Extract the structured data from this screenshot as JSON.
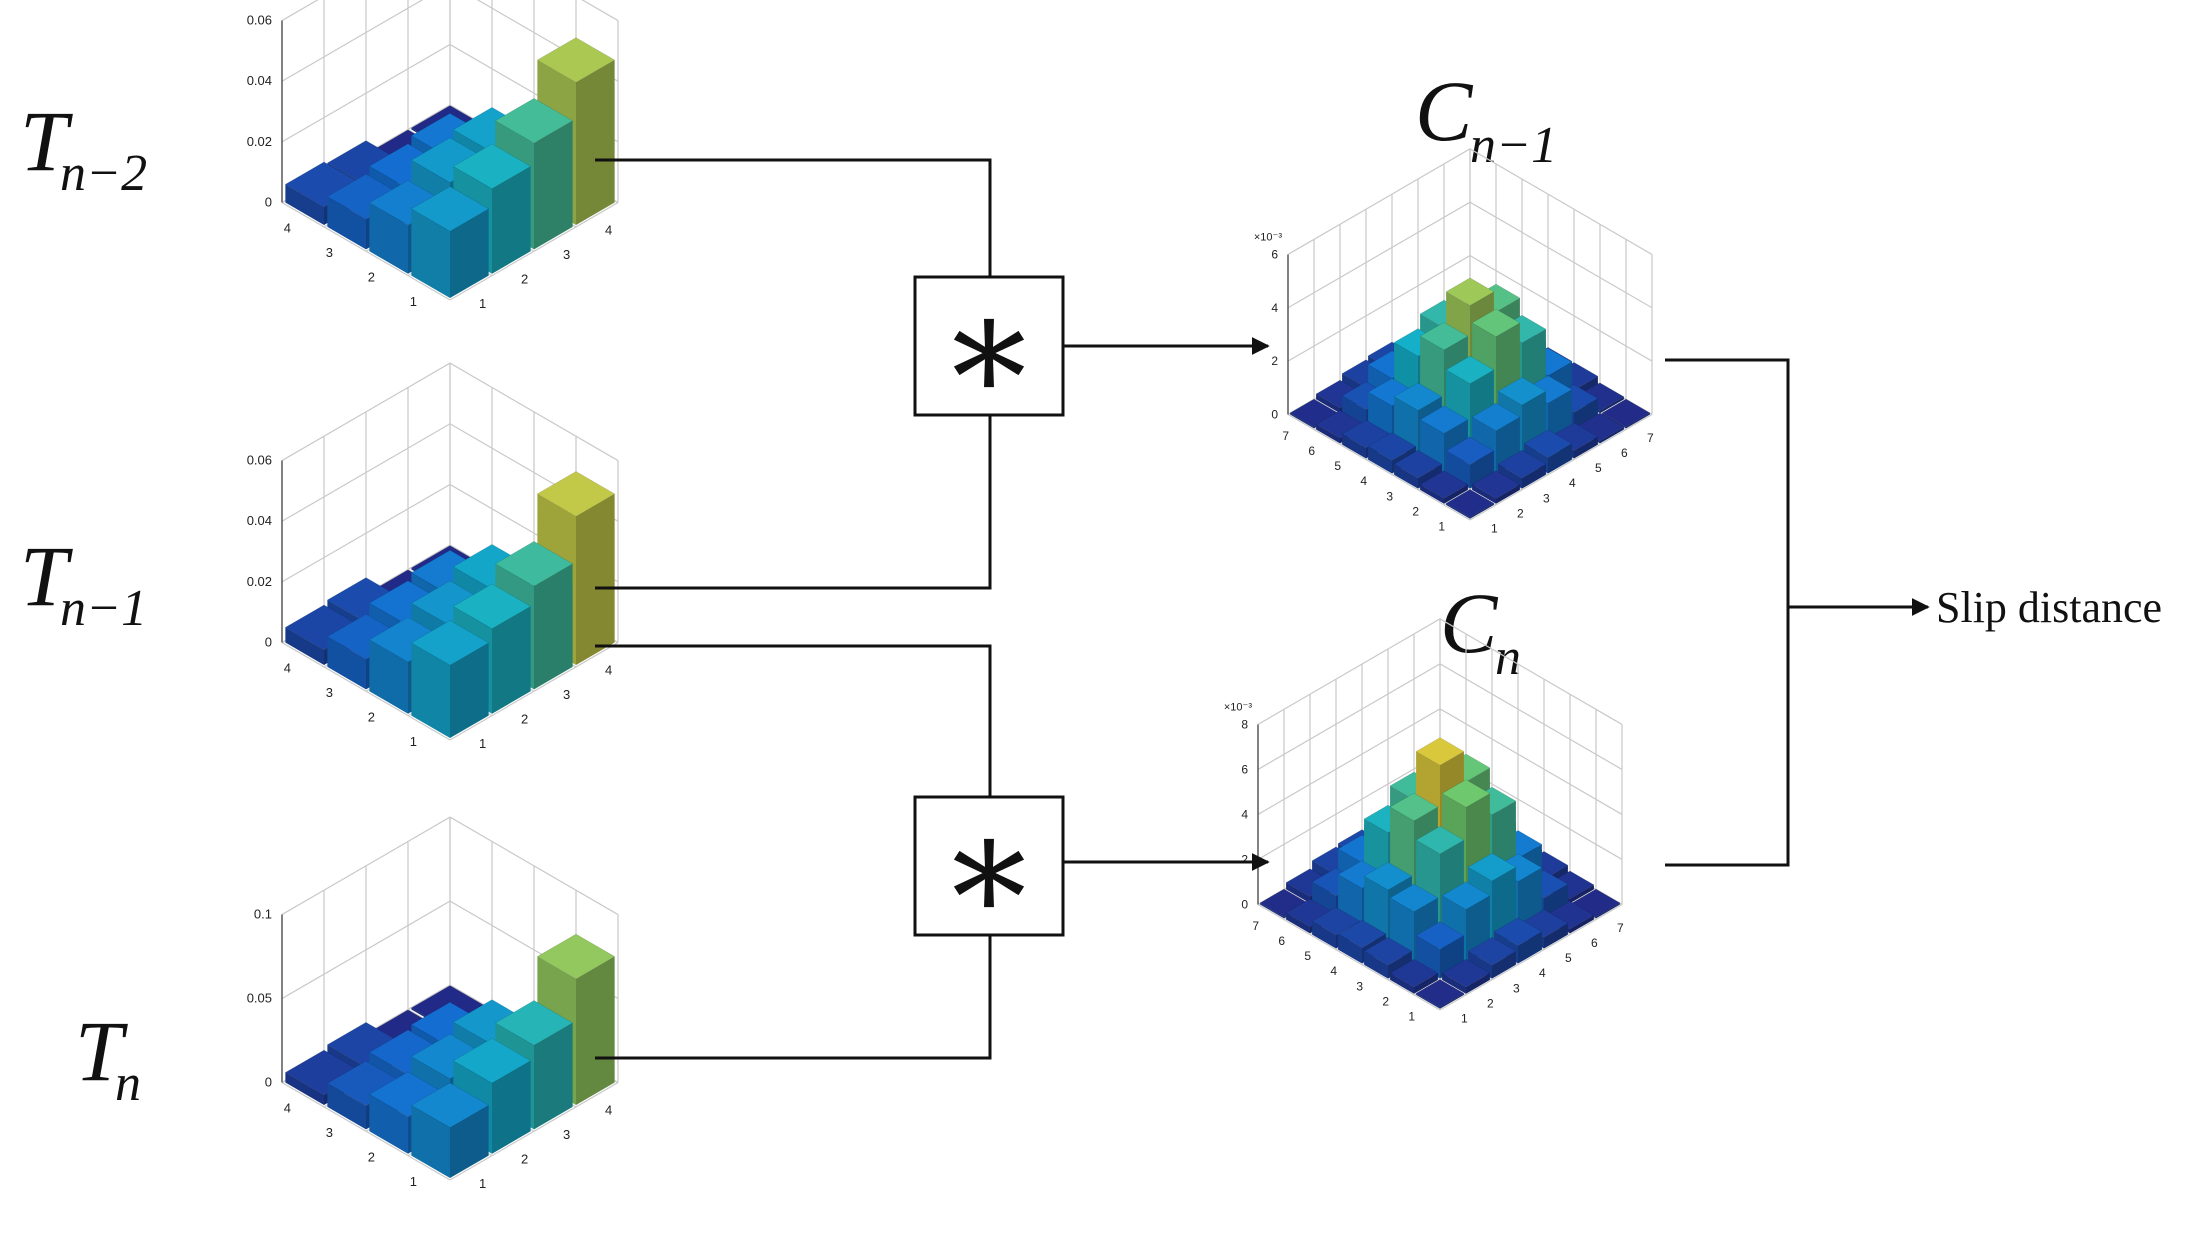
{
  "diagram": {
    "inputs": [
      {
        "symbol": "T",
        "subscript": "n−2"
      },
      {
        "symbol": "T",
        "subscript": "n−1"
      },
      {
        "symbol": "T",
        "subscript": "n"
      }
    ],
    "outputs": [
      {
        "symbol": "C",
        "subscript": "n−1"
      },
      {
        "symbol": "C",
        "subscript": "n"
      }
    ],
    "operator_symbol": "∗",
    "result_label": "Slip distance",
    "colors": {
      "line": "#111111",
      "low": "#1a1f6b",
      "mid": "#1aa0c8",
      "high": "#ffe33a"
    }
  },
  "plots": [
    {
      "name": "plot-T-n-2",
      "type": "bar3d",
      "zticks": [
        "0.06",
        "0.04",
        "0.02",
        "0"
      ],
      "zlim": [
        0,
        0.06
      ],
      "exponent": "",
      "xticks": [
        "1",
        "2",
        "3",
        "4"
      ],
      "yticks": [
        "1",
        "2",
        "3",
        "4"
      ],
      "values": [
        [
          0.022,
          0.028,
          0.035,
          0.047
        ],
        [
          0.016,
          0.022,
          0.024,
          0.004
        ],
        [
          0.01,
          0.012,
          0.014,
          0
        ],
        [
          0.006,
          0.005,
          0,
          0
        ]
      ]
    },
    {
      "name": "plot-T-n-1",
      "type": "bar3d",
      "zticks": [
        "0.06",
        "0.04",
        "0.02",
        "0"
      ],
      "zlim": [
        0,
        0.06
      ],
      "exponent": "",
      "xticks": [
        "1",
        "2",
        "3",
        "4"
      ],
      "yticks": [
        "1",
        "2",
        "3",
        "4"
      ],
      "values": [
        [
          0.024,
          0.028,
          0.034,
          0.049
        ],
        [
          0.017,
          0.021,
          0.025,
          0.004
        ],
        [
          0.01,
          0.013,
          0.015,
          0
        ],
        [
          0.005,
          0.006,
          0,
          0
        ]
      ]
    },
    {
      "name": "plot-T-n",
      "type": "bar3d",
      "zticks": [
        "0.1",
        "0.05",
        "0"
      ],
      "zlim": [
        0,
        0.1
      ],
      "exponent": "",
      "xticks": [
        "1",
        "2",
        "3",
        "4"
      ],
      "yticks": [
        "1",
        "2",
        "3",
        "4"
      ],
      "values": [
        [
          0.03,
          0.042,
          0.05,
          0.075
        ],
        [
          0.022,
          0.03,
          0.036,
          0.004
        ],
        [
          0.014,
          0.018,
          0.02,
          0
        ],
        [
          0.006,
          0.008,
          0,
          0
        ]
      ]
    },
    {
      "name": "plot-C-n-1",
      "type": "bar3d",
      "zticks": [
        "6",
        "4",
        "2",
        "0"
      ],
      "zlim": [
        0,
        6
      ],
      "exponent": "×10⁻³",
      "xticks": [
        "1",
        "2",
        "3",
        "4",
        "5",
        "6",
        "7"
      ],
      "yticks": [
        "1",
        "2",
        "3",
        "4",
        "5",
        "6",
        "7"
      ],
      "values": [
        [
          0.05,
          0.2,
          0.4,
          0.6,
          0.3,
          0.1,
          0.02
        ],
        [
          0.2,
          0.9,
          1.6,
          2.0,
          1.5,
          0.6,
          0.1
        ],
        [
          0.4,
          1.5,
          2.8,
          4.0,
          3.2,
          1.4,
          0.3
        ],
        [
          0.5,
          1.8,
          3.5,
          4.6,
          3.8,
          1.6,
          0.3
        ],
        [
          0.4,
          1.4,
          2.7,
          3.2,
          2.6,
          1.0,
          0.2
        ],
        [
          0.2,
          0.7,
          1.3,
          1.5,
          1.1,
          0.4,
          0.1
        ],
        [
          0.05,
          0.2,
          0.4,
          0.5,
          0.3,
          0.1,
          0.02
        ]
      ]
    },
    {
      "name": "plot-C-n",
      "type": "bar3d",
      "zticks": [
        "8",
        "6",
        "4",
        "2",
        "0"
      ],
      "zlim": [
        0,
        8
      ],
      "exponent": "×10⁻³",
      "xticks": [
        "1",
        "2",
        "3",
        "4",
        "5",
        "6",
        "7"
      ],
      "yticks": [
        "1",
        "2",
        "3",
        "4",
        "5",
        "6",
        "7"
      ],
      "values": [
        [
          0.05,
          0.3,
          0.6,
          0.8,
          0.5,
          0.2,
          0.03
        ],
        [
          0.3,
          1.3,
          2.4,
          3.0,
          2.3,
          0.9,
          0.2
        ],
        [
          0.6,
          2.3,
          4.2,
          5.6,
          4.6,
          2.0,
          0.4
        ],
        [
          0.7,
          2.6,
          5.0,
          6.8,
          5.4,
          2.3,
          0.4
        ],
        [
          0.6,
          2.0,
          3.8,
          4.6,
          3.7,
          1.5,
          0.3
        ],
        [
          0.3,
          1.0,
          1.8,
          2.2,
          1.6,
          0.6,
          0.1
        ],
        [
          0.05,
          0.3,
          0.6,
          0.7,
          0.4,
          0.1,
          0.03
        ]
      ]
    }
  ]
}
